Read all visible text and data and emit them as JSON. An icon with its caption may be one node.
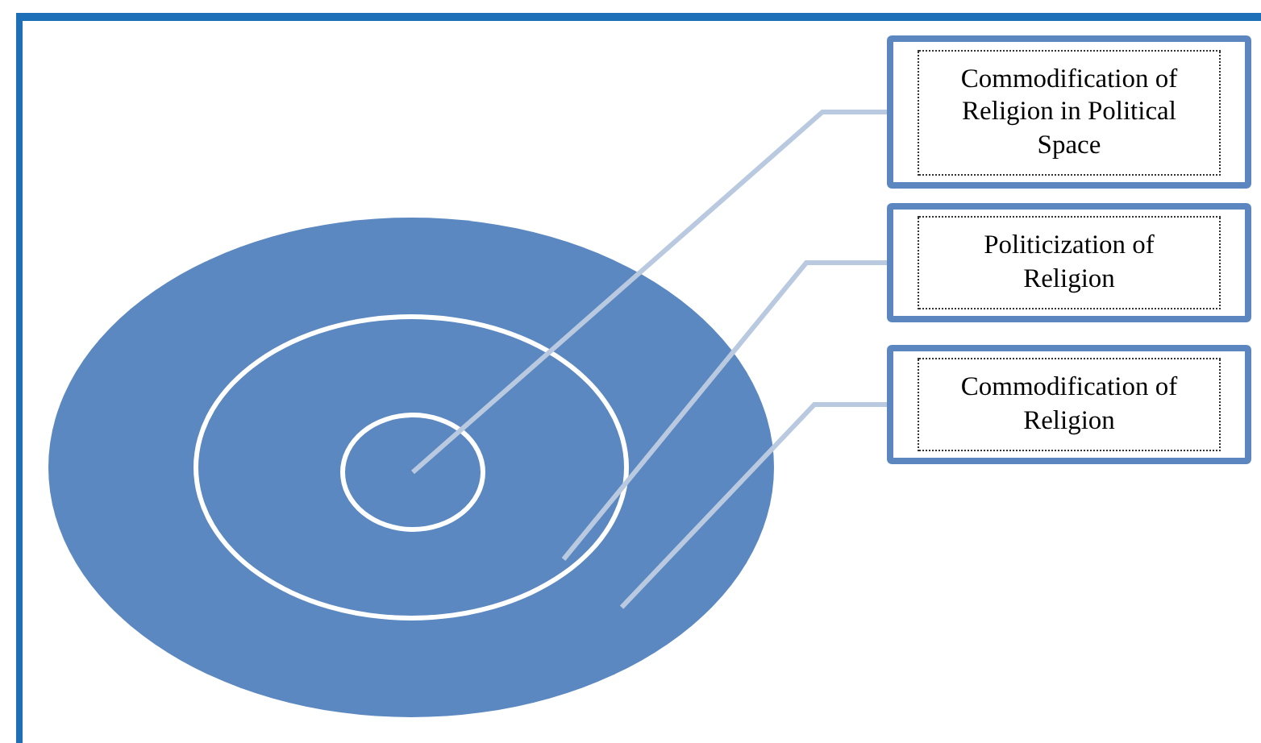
{
  "diagram": {
    "nodes": [
      {
        "text": [],
        "shape": "ellipse"
      },
      {
        "text": [],
        "shape": "ellipse",
        "in": 0
      },
      {
        "text": [],
        "shape": "ellipse",
        "in": 1
      },
      {
        "text": [
          "Commodification of Religion in Political Space"
        ]
      },
      {
        "text": [
          "Politicization of Religion"
        ]
      },
      {
        "text": [
          "Commodification of Religion"
        ]
      }
    ],
    "edges": [
      {
        "from": 3,
        "to": 2,
        "arrow": "none"
      },
      {
        "from": 4,
        "to": 1,
        "arrow": "none"
      },
      {
        "from": 5,
        "to": 0,
        "arrow": "none"
      }
    ]
  }
}
